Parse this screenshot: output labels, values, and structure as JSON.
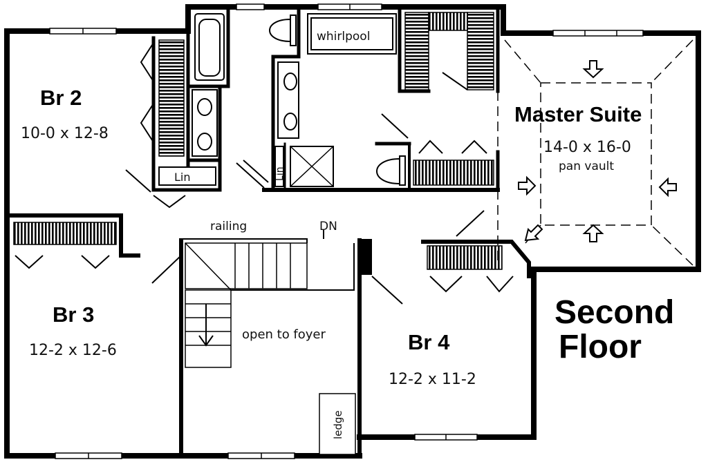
{
  "plan": {
    "title_line1": "Second",
    "title_line2": "Floor",
    "rooms": {
      "br2": {
        "name": "Br 2",
        "dims": "10-0 x 12-8"
      },
      "br3": {
        "name": "Br 3",
        "dims": "12-2 x 12-6"
      },
      "br4": {
        "name": "Br 4",
        "dims": "12-2 x 11-2"
      },
      "master": {
        "name": "Master Suite",
        "dims": "14-0 x 16-0",
        "note": "pan vault"
      }
    },
    "labels": {
      "whirlpool": "whirlpool",
      "linen_1": "Lin",
      "linen_2": "Lin",
      "railing": "railing",
      "down": "DN",
      "open_to_foyer": "open to foyer",
      "ledge": "ledge"
    },
    "colors": {
      "ink": "#000000",
      "paper": "#ffffff"
    }
  }
}
